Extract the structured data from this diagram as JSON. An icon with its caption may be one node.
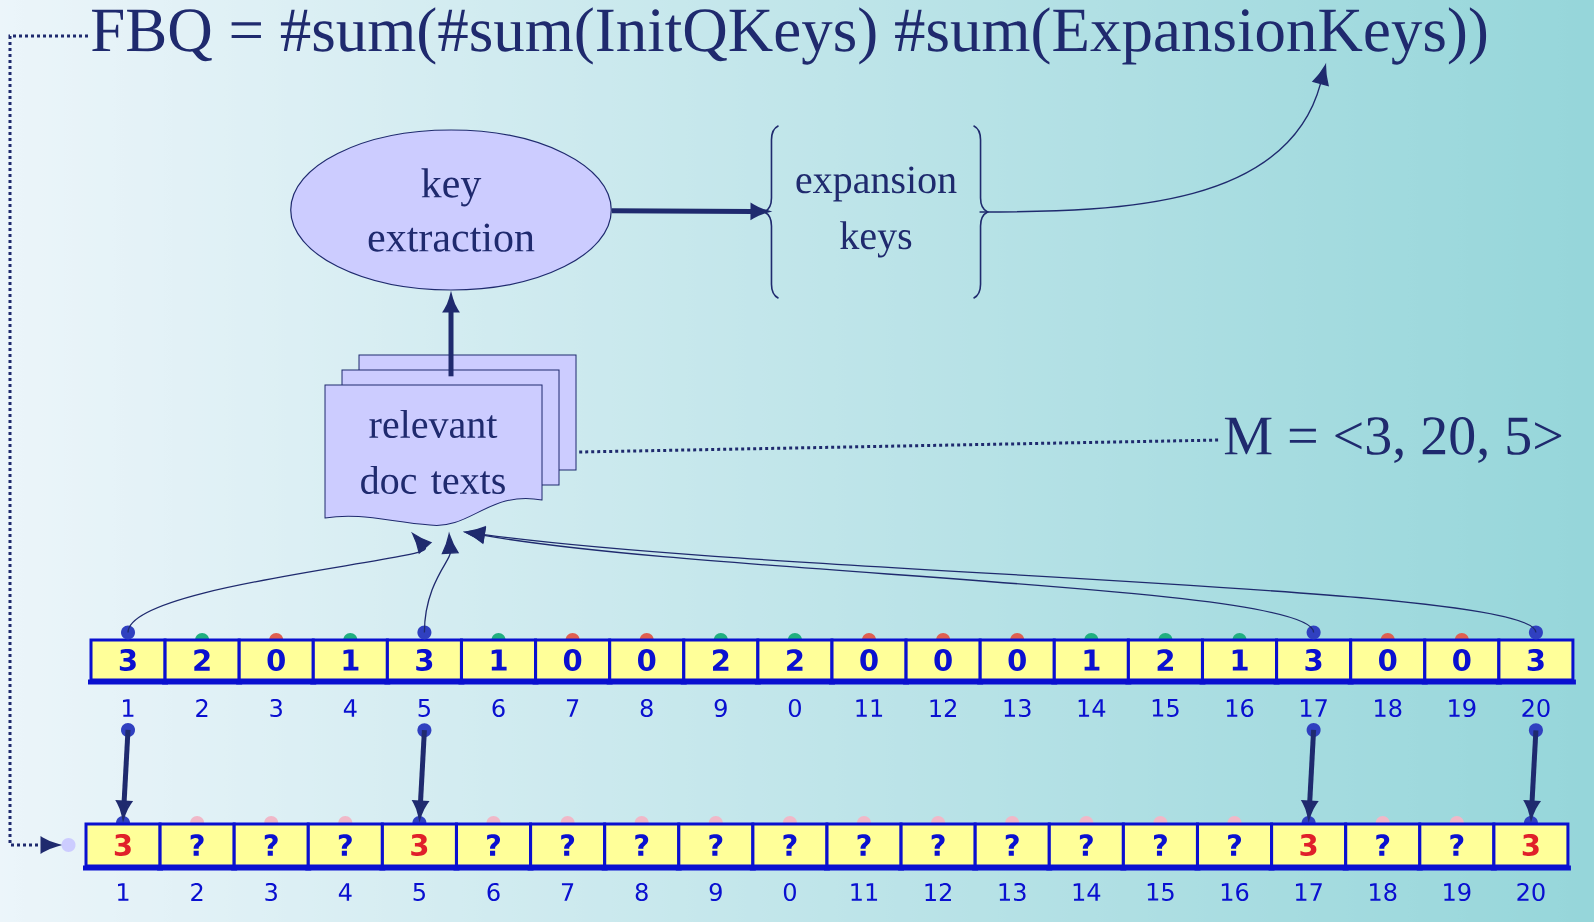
{
  "diagram": {
    "nodes": [
      {
        "text": [
          "FBQ = #sum(#sum(InitQKeys) #sum(ExpansionKeys))"
        ]
      },
      {
        "text": [
          "key extraction"
        ]
      },
      {
        "text": [
          "expansion keys"
        ]
      },
      {
        "text": [
          "relevant doc texts"
        ]
      },
      {
        "text": [
          "M = <3, 20, 5>"
        ]
      },
      {
        "text": [
          "3"
        ],
        "beside": [
          "1"
        ]
      },
      {
        "text": [
          "2"
        ],
        "beside": [
          "2"
        ]
      },
      {
        "text": [
          "0"
        ],
        "beside": [
          "3"
        ]
      },
      {
        "text": [
          "1"
        ],
        "beside": [
          "4"
        ]
      },
      {
        "text": [
          "3"
        ],
        "beside": [
          "5"
        ]
      },
      {
        "text": [
          "1"
        ],
        "beside": [
          "6"
        ]
      },
      {
        "text": [
          "0"
        ],
        "beside": [
          "7"
        ]
      },
      {
        "text": [
          "0"
        ],
        "beside": [
          "8"
        ]
      },
      {
        "text": [
          "2"
        ],
        "beside": [
          "9"
        ]
      },
      {
        "text": [
          "2"
        ],
        "beside": [
          "0"
        ]
      },
      {
        "text": [
          "0"
        ],
        "beside": [
          "11"
        ]
      },
      {
        "text": [
          "0"
        ],
        "beside": [
          "12"
        ]
      },
      {
        "text": [
          "0"
        ],
        "beside": [
          "13"
        ]
      },
      {
        "text": [
          "1"
        ],
        "beside": [
          "14"
        ]
      },
      {
        "text": [
          "2"
        ],
        "beside": [
          "15"
        ]
      },
      {
        "text": [
          "1"
        ],
        "beside": [
          "16"
        ]
      },
      {
        "text": [
          "3"
        ],
        "beside": [
          "17"
        ]
      },
      {
        "text": [
          "0"
        ],
        "beside": [
          "18"
        ]
      },
      {
        "text": [
          "0"
        ],
        "beside": [
          "19"
        ]
      },
      {
        "text": [
          "3"
        ],
        "beside": [
          "20"
        ]
      },
      {
        "text": [
          "3"
        ],
        "beside": [
          "1"
        ]
      },
      {
        "text": [
          "?"
        ],
        "beside": [
          "2"
        ]
      },
      {
        "text": [
          "?"
        ],
        "beside": [
          "3"
        ]
      },
      {
        "text": [
          "?"
        ],
        "beside": [
          "4"
        ]
      },
      {
        "text": [
          "3"
        ],
        "beside": [
          "5"
        ]
      },
      {
        "text": [
          "?"
        ],
        "beside": [
          "6"
        ]
      },
      {
        "text": [
          "?"
        ],
        "beside": [
          "7"
        ]
      },
      {
        "text": [
          "?"
        ],
        "beside": [
          "8"
        ]
      },
      {
        "text": [
          "?"
        ],
        "beside": [
          "9"
        ]
      },
      {
        "text": [
          "?"
        ],
        "beside": [
          "0"
        ]
      },
      {
        "text": [
          "?"
        ],
        "beside": [
          "11"
        ]
      },
      {
        "text": [
          "?"
        ],
        "beside": [
          "12"
        ]
      },
      {
        "text": [
          "?"
        ],
        "beside": [
          "13"
        ]
      },
      {
        "text": [
          "?"
        ],
        "beside": [
          "14"
        ]
      },
      {
        "text": [
          "?"
        ],
        "beside": [
          "15"
        ]
      },
      {
        "text": [
          "?"
        ],
        "beside": [
          "16"
        ]
      },
      {
        "text": [
          "3"
        ],
        "beside": [
          "17"
        ]
      },
      {
        "text": [
          "?"
        ],
        "beside": [
          "18"
        ]
      },
      {
        "text": [
          "?"
        ],
        "beside": [
          "19"
        ]
      },
      {
        "text": [
          "3"
        ],
        "beside": [
          "20"
        ]
      }
    ],
    "edges": [
      {
        "from": 3,
        "to": 1,
        "arrow": "to"
      },
      {
        "from": 1,
        "to": 2,
        "arrow": "to"
      },
      {
        "from": 2,
        "to": 0,
        "arrow": "to"
      },
      {
        "from": 3,
        "to": 4,
        "arrow": "none",
        "style": "dashed"
      },
      {
        "from": 5,
        "to": 3,
        "arrow": "to"
      },
      {
        "from": 9,
        "to": 3,
        "arrow": "to"
      },
      {
        "from": 21,
        "to": 3,
        "arrow": "to"
      },
      {
        "from": 24,
        "to": 3,
        "arrow": "to"
      },
      {
        "from": 5,
        "to": 25,
        "arrow": "to"
      },
      {
        "from": 9,
        "to": 29,
        "arrow": "to"
      },
      {
        "from": 21,
        "to": 41,
        "arrow": "to"
      },
      {
        "from": 24,
        "to": 44,
        "arrow": "to"
      },
      {
        "from": 0,
        "to": 25,
        "arrow": "to",
        "style": "dashed"
      }
    ]
  }
}
